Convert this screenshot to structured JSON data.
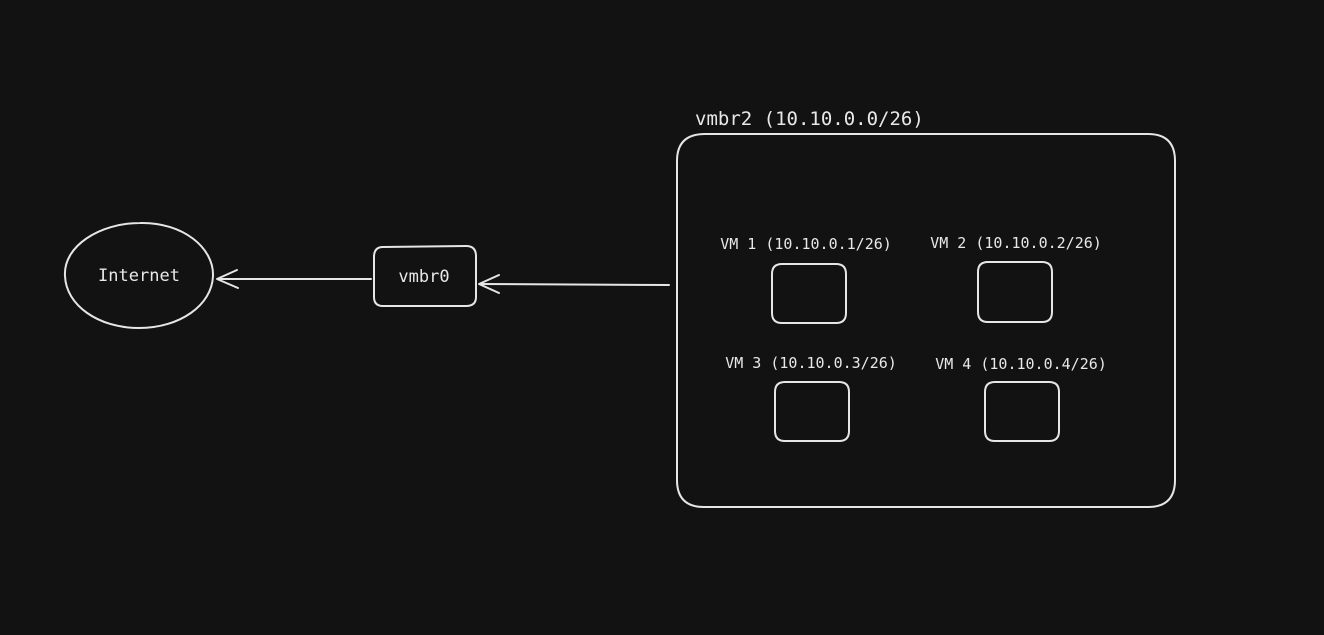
{
  "colors": {
    "background": "#121212",
    "stroke": "#e6e6e6",
    "text": "#e8e8e8"
  },
  "nodes": {
    "internet": {
      "label": "Internet",
      "shape": "ellipse"
    },
    "vmbr0": {
      "label": "vmbr0",
      "shape": "rounded-rectangle"
    }
  },
  "network": {
    "label": "vmbr2 (10.10.0.0/26)",
    "vms": [
      {
        "label": "VM 1 (10.10.0.1/26)"
      },
      {
        "label": "VM 2 (10.10.0.2/26)"
      },
      {
        "label": "VM 3 (10.10.0.3/26)"
      },
      {
        "label": "VM 4 (10.10.0.4/26)"
      }
    ]
  },
  "connections": [
    {
      "from": "vmbr2",
      "to": "vmbr0",
      "arrow": "to"
    },
    {
      "from": "vmbr0",
      "to": "internet",
      "arrow": "to"
    }
  ]
}
